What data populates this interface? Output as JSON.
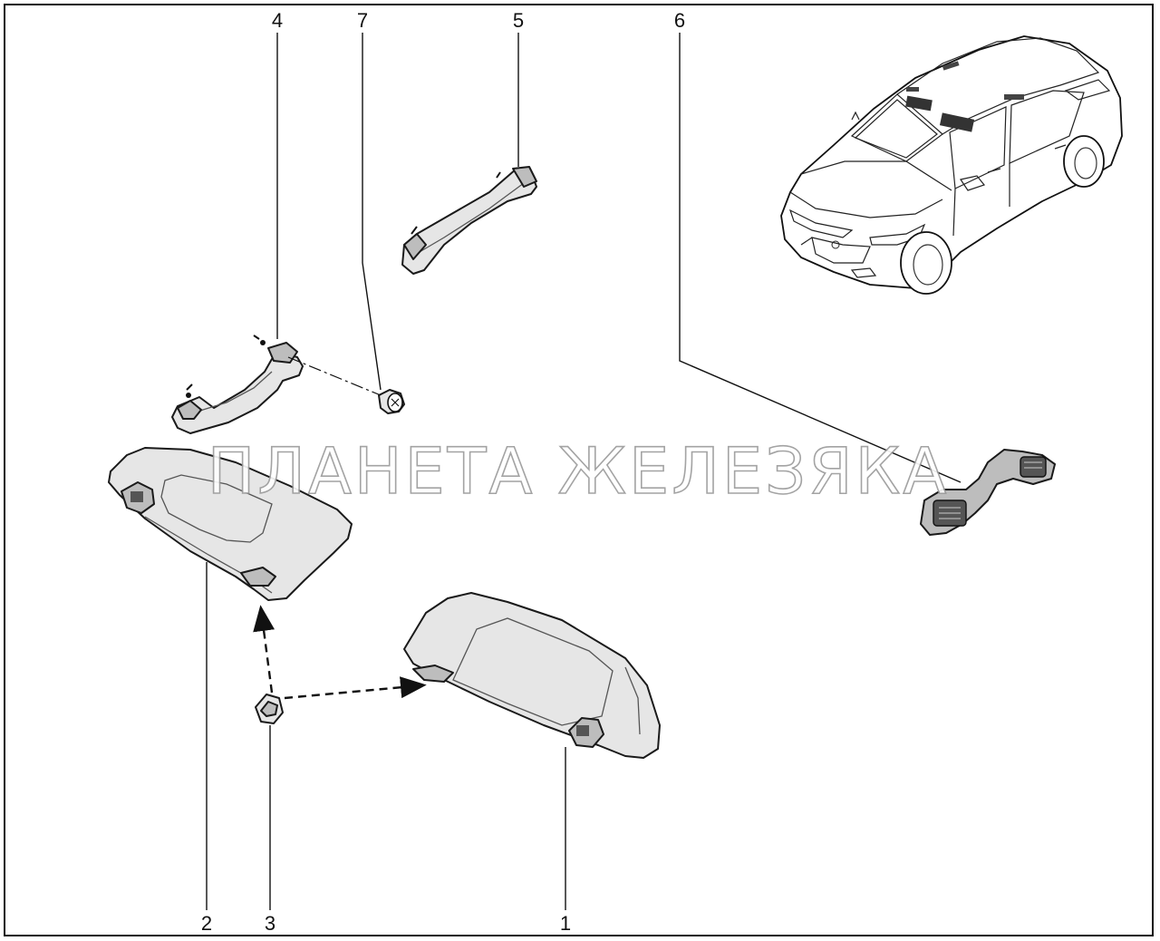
{
  "callouts": {
    "c1": "1",
    "c2": "2",
    "c3": "3",
    "c4": "4",
    "c5": "5",
    "c6": "6",
    "c7": "7"
  },
  "watermark": "ПЛАНЕТА ЖЕЛЕЗЯКА",
  "colors": {
    "line": "#111111",
    "part_fill": "#e6e6e6",
    "background": "#ffffff"
  }
}
